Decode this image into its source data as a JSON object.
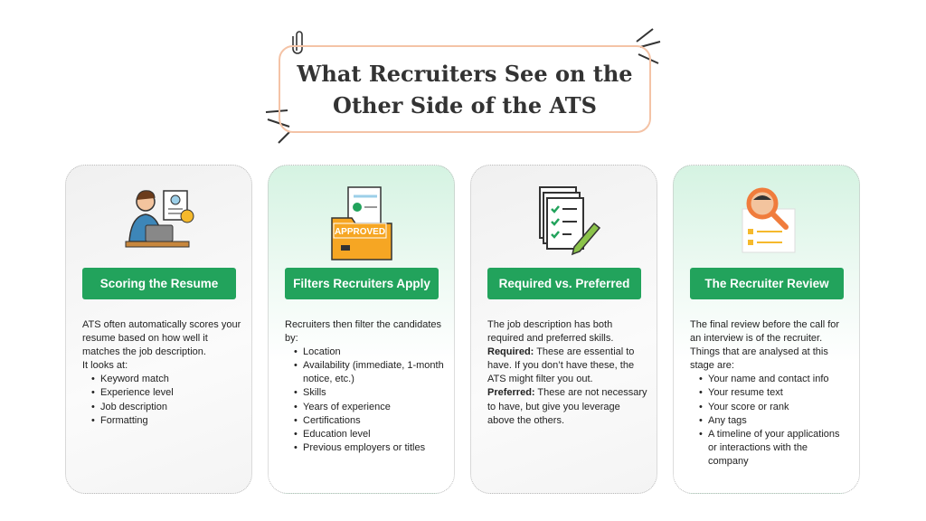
{
  "title": {
    "line1": "What Recruiters See on the",
    "line2": "Other Side of the ATS"
  },
  "cards": [
    {
      "heading": "Scoring the Resume",
      "intro": "ATS often automatically scores your resume based on how well it matches the job description.",
      "intro2": "It looks at:",
      "items": [
        "Keyword match",
        "Experience level",
        "Job description",
        "Formatting"
      ]
    },
    {
      "heading": "Filters Recruiters Apply",
      "intro": "Recruiters then filter the candidates by:",
      "stamp": "APPROVED",
      "items": [
        "Location",
        "Availability (immediate, 1-month notice, etc.)",
        "Skills",
        "Years of experience",
        "Certifications",
        "Education level",
        "Previous employers or titles"
      ]
    },
    {
      "heading": "Required vs. Preferred",
      "intro": "The job description has both required and preferred skills.",
      "req_label": "Required:",
      "req_text": " These are essential to have. If you don’t have these, the ATS might filter you out.",
      "pref_label": "Preferred:",
      "pref_text": " These are not necessary to have, but give you leverage above the others."
    },
    {
      "heading": "The Recruiter Review",
      "intro": "The final review before the call for an interview is of the recruiter.",
      "intro2": "Things that are analysed at this stage are:",
      "items": [
        "Your name and contact info",
        "Your resume text",
        "Your score or rank",
        "Any tags",
        "A timeline of your applications or interactions with the company"
      ]
    }
  ],
  "colors": {
    "accent": "#22a35c",
    "title_border": "#f4c3a6"
  }
}
